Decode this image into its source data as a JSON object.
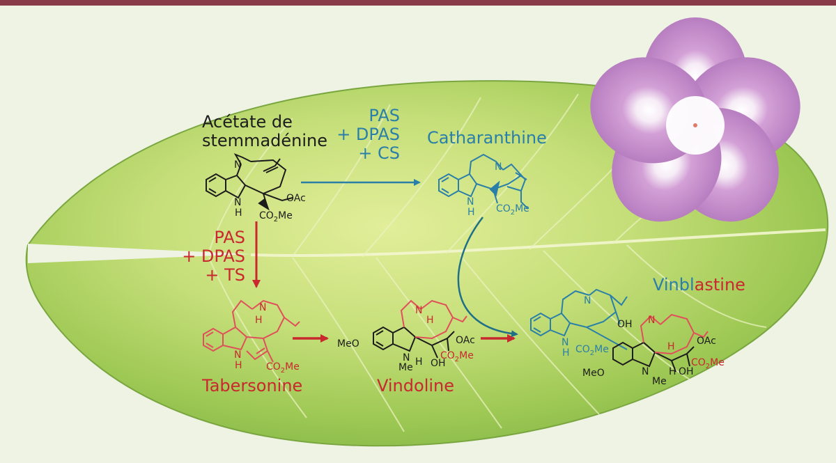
{
  "figure": {
    "start_compound": [
      "Acétate de",
      "stemmadénine"
    ],
    "enzymes_catharanthine": [
      "PAS",
      "+ DPAS",
      "+ CS"
    ],
    "enzymes_tabersonine": [
      "PAS",
      "+ DPAS",
      "+ TS"
    ],
    "catharanthine": "Catharanthine",
    "tabersonine": "Tabersonine",
    "vindoline": "Vindoline",
    "vinblastine_part1": "Vinbl",
    "vinblastine_part2": "astine",
    "atoms": {
      "n": "N",
      "h": "H",
      "nh": "N",
      "oac": "OAc",
      "co2me": "CO2Me",
      "meo": "MeO",
      "oh": "OH",
      "me": "Me"
    }
  },
  "colors": {
    "top_bar": "#8a3b4a",
    "blue": "#2a7fa8",
    "red": "#c8282e",
    "flower": "#c890cc",
    "leaf": "#b9d870"
  }
}
